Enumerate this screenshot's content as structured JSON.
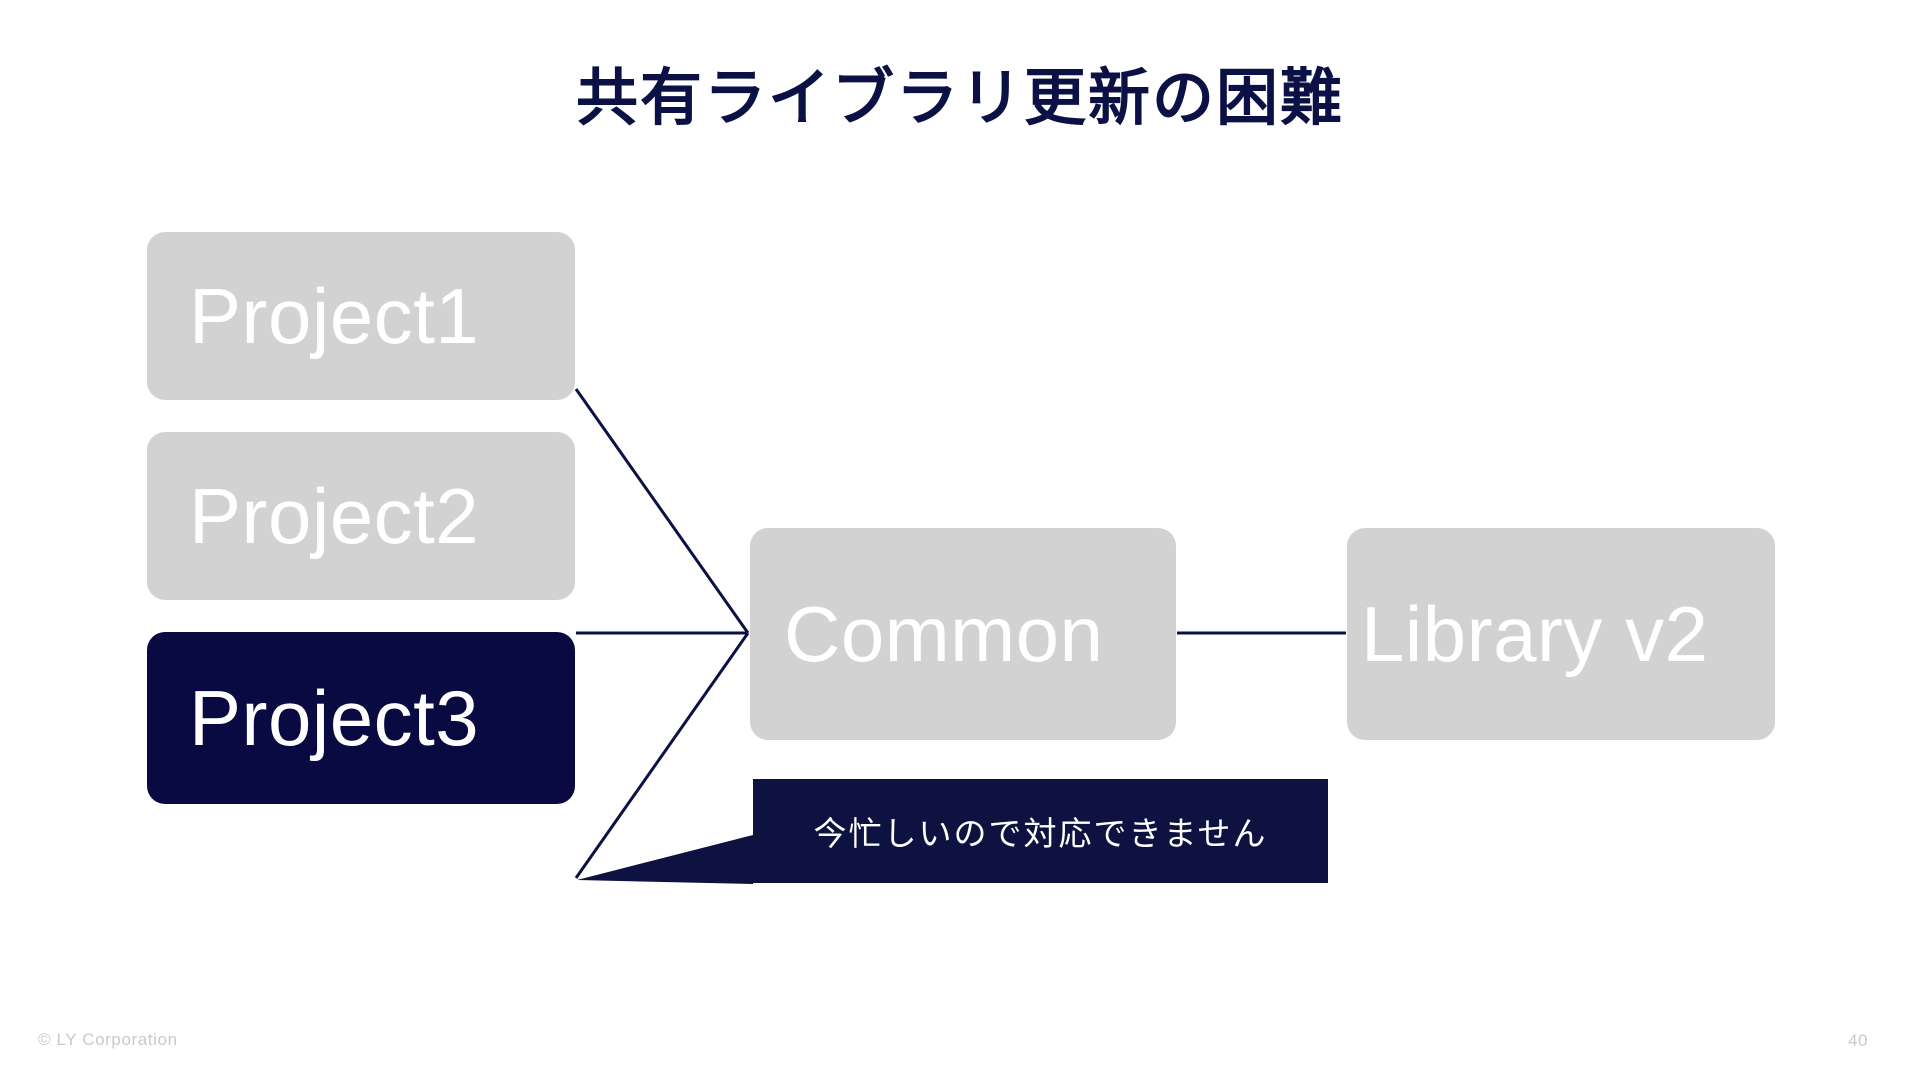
{
  "slide": {
    "title": "共有ライブラリ更新の困難",
    "title_color": "#0b1145",
    "background": "#ffffff"
  },
  "diagram": {
    "type": "node-link",
    "node_fill_default": "#d2d2d2",
    "node_fill_highlight": "#0a0a43",
    "node_label_color": "#ffffff",
    "connector_color": "#0b1145",
    "nodes": [
      {
        "id": "project1",
        "label": "Project1",
        "style": "gray"
      },
      {
        "id": "project2",
        "label": "Project2",
        "style": "gray"
      },
      {
        "id": "project3",
        "label": "Project3",
        "style": "navy"
      },
      {
        "id": "common",
        "label": "Common",
        "style": "gray"
      },
      {
        "id": "library",
        "label": "Library v2",
        "style": "gray"
      }
    ],
    "edges": [
      {
        "from": "project1",
        "to": "common"
      },
      {
        "from": "project2",
        "to": "common"
      },
      {
        "from": "project3",
        "to": "common"
      },
      {
        "from": "common",
        "to": "library"
      }
    ]
  },
  "callout": {
    "text": "今忙しいので対応できません",
    "background": "#0d1240",
    "text_color": "#ffffff",
    "points_at": "project3"
  },
  "footer": {
    "copyright": "© LY Corporation",
    "page_number": "40",
    "text_color": "#c9c9c9"
  }
}
